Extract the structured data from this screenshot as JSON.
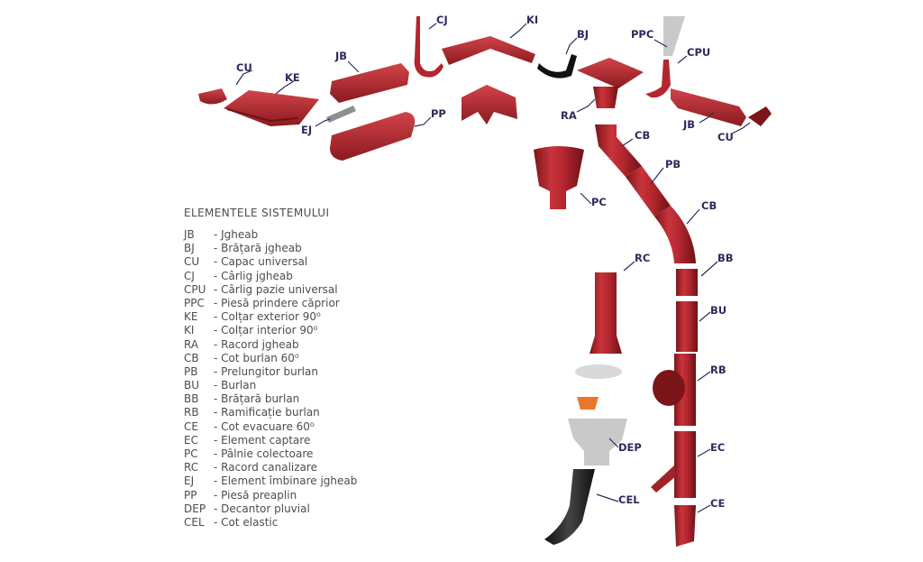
{
  "legend": {
    "title": "ELEMENTELE SISTEMULUI",
    "items": [
      {
        "code": "JB",
        "desc": "- Jgheab"
      },
      {
        "code": "BJ",
        "desc": "- Brățară jgheab"
      },
      {
        "code": "CU",
        "desc": "- Capac universal"
      },
      {
        "code": "CJ",
        "desc": "- Cârlig jgheab"
      },
      {
        "code": "CPU",
        "desc": "- Cârlig pazie universal"
      },
      {
        "code": "PPC",
        "desc": "- Piesă prindere căprior"
      },
      {
        "code": "KE",
        "desc": "- Colțar exterior 90⁰"
      },
      {
        "code": "KI",
        "desc": "- Colțar interior 90⁰"
      },
      {
        "code": "RA",
        "desc": "- Racord jgheab"
      },
      {
        "code": "CB",
        "desc": "- Cot burlan 60⁰"
      },
      {
        "code": "PB",
        "desc": "- Prelungitor burlan"
      },
      {
        "code": "BU",
        "desc": "- Burlan"
      },
      {
        "code": "BB",
        "desc": "- Brățară burlan"
      },
      {
        "code": "RB",
        "desc": "- Ramificație burlan"
      },
      {
        "code": "CE",
        "desc": "- Cot evacuare 60⁰"
      },
      {
        "code": "EC",
        "desc": "- Element captare"
      },
      {
        "code": "PC",
        "desc": "- Pâlnie colectoare"
      },
      {
        "code": "RC",
        "desc": "- Racord canalizare"
      },
      {
        "code": "EJ",
        "desc": "- Element îmbinare jgheab"
      },
      {
        "code": "PP",
        "desc": "- Piesă preaplin"
      },
      {
        "code": "DEP",
        "desc": "- Decantor pluvial"
      },
      {
        "code": "CEL",
        "desc": "- Cot elastic"
      }
    ]
  },
  "callouts": {
    "cu_left": "CU",
    "ke": "KE",
    "jb_left": "JB",
    "ej": "EJ",
    "cj": "CJ",
    "pp": "PP",
    "ki": "KI",
    "bj": "BJ",
    "ppc": "PPC",
    "cpu": "CPU",
    "ra": "RA",
    "jb_right": "JB",
    "cu_right": "CU",
    "cb_top": "CB",
    "pb": "PB",
    "pc": "PC",
    "cb_mid": "CB",
    "rc": "RC",
    "bb": "BB",
    "bu": "BU",
    "rb": "RB",
    "dep": "DEP",
    "ec": "EC",
    "cel": "CEL",
    "ce": "CE"
  },
  "colors": {
    "product_red": "#b4262e",
    "product_red_dark": "#7c1519",
    "label_navy": "#2e2a5e",
    "legend_text": "#4d4d4d"
  }
}
